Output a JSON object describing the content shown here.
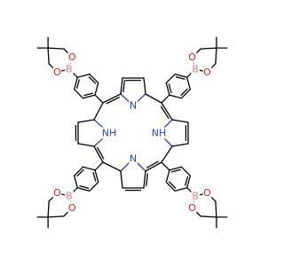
{
  "atom_labels": {
    "oxygen": "O",
    "boron": "B",
    "nitrogen": "N",
    "nitrogen_h": "NH"
  },
  "colors": {
    "oxygen": "#e0201b",
    "boron": "#e07b7b",
    "nitrogen": "#2f3fc8",
    "bond": "#000000",
    "background": "#ffffff"
  }
}
